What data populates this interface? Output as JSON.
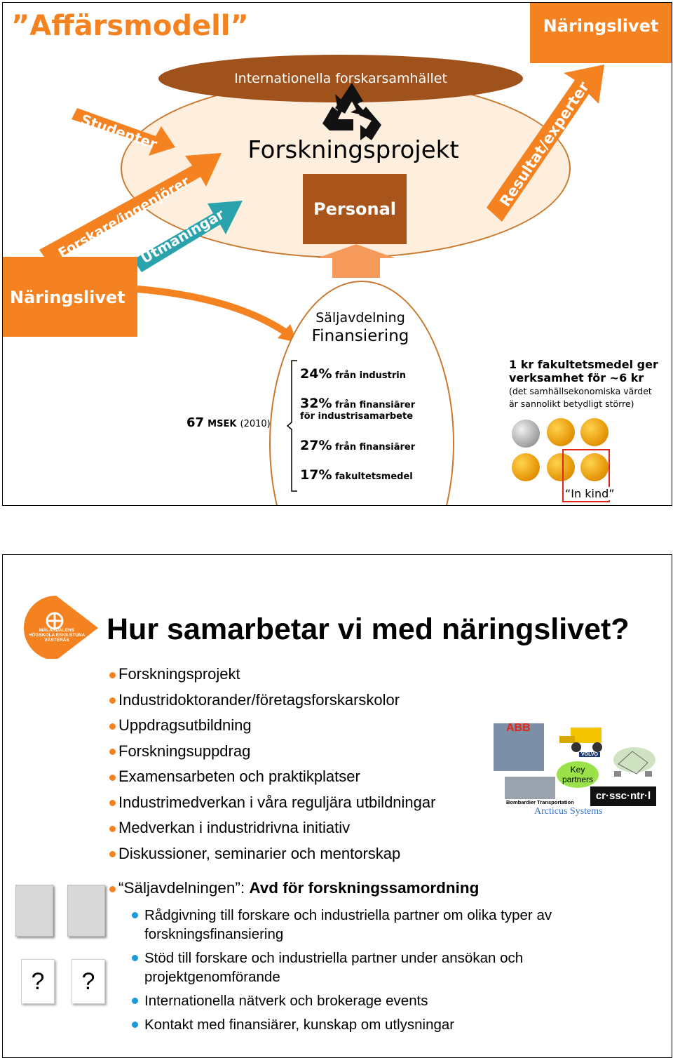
{
  "slide1": {
    "title": "”Affärsmodell”",
    "naringslivet_top": "Näringslivet",
    "naringslivet_left": "Näringslivet",
    "intl_oval": "Internationella forskarsamhället",
    "project_title": "Forskningsprojekt",
    "personal_box": "Personal",
    "arrows": {
      "studenter": "Studenter",
      "forskare": "Forskare/ingenjörer",
      "utmaningar": "Utmaningar",
      "resultat": "Resultat/experter"
    },
    "sales": {
      "line1": "Säljavdelning",
      "line2": "Finansiering"
    },
    "msek": {
      "value": "67",
      "unit": "MSEK",
      "year": "(2010)"
    },
    "funding": [
      {
        "pct": "24%",
        "text": "från industrin",
        "text2": ""
      },
      {
        "pct": "32%",
        "text": "från finansiärer",
        "text2": "för industrisamarbete"
      },
      {
        "pct": "27%",
        "text": "från finansiärer",
        "text2": ""
      },
      {
        "pct": "17%",
        "text": "fakultetsmedel",
        "text2": ""
      }
    ],
    "faculty_note": {
      "line1": "1 kr fakultetsmedel ger",
      "line2": "verksamhet för ~6 kr",
      "line3": "(det samhällsekonomiska värdet",
      "line4": "är sannolikt betydligt större)"
    },
    "in_kind": "“In kind”",
    "colors": {
      "orange": "#f58220",
      "brown": "#a0521c",
      "teal": "#2aa3ad"
    }
  },
  "slide2": {
    "logo_text": "MÄLARDALENS HÖGSKOLA ESKILSTUNA VÄSTERÅS",
    "title": "Hur samarbetar vi med näringslivet?",
    "bullets": [
      "Forskningsprojekt",
      "Industridoktorander/företagsforskarskolor",
      "Uppdragsutbildning",
      "Forskningsuppdrag",
      "Examensarbeten och praktikplatser",
      "Industrimedverkan i våra reguljära utbildningar",
      "Medverkan i industridrivna initiativ",
      "Diskussioner, seminarier och mentorskap"
    ],
    "partners": {
      "abb": "ABB",
      "volvo": "VOLVO",
      "key": "Key partners",
      "bombardier": "Bombardier Transportation",
      "crossnet": "cr·ssc·ntr·l",
      "arcticus": "Arcticus Systems"
    },
    "office": {
      "name_quoted": "“Säljavdelningen”",
      "colon": ": ",
      "name": "Avd för forskningssamordning"
    },
    "sub_bullets": [
      "Rådgivning till forskare och industriella partner om olika typer av forskningsfinansiering",
      "Stöd till forskare och industriella partner under ansökan och projektgenomförande",
      "Internationella nätverk och brokerage events",
      "Kontakt med finansiärer, kunskap om utlysningar"
    ],
    "question1": "?",
    "question2": "?"
  }
}
